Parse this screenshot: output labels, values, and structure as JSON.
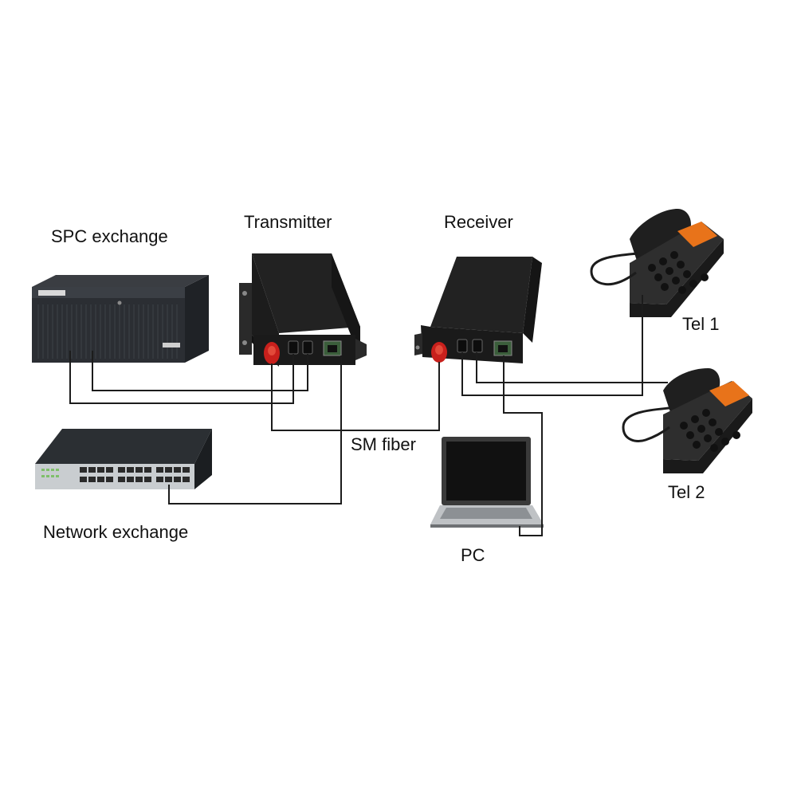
{
  "labels": {
    "spc_exchange": "SPC exchange",
    "transmitter": "Transmitter",
    "receiver": "Receiver",
    "tel1": "Tel 1",
    "tel2": "Tel 2",
    "sm_fiber": "SM fiber",
    "network_exchange": "Network exchange",
    "pc": "PC"
  },
  "colors": {
    "device_body": "#1a1a1a",
    "device_face": "#2a2a2a",
    "fiber_port": "#c8201c",
    "cable": "#1c1c1c",
    "phone_display": "#e8731a",
    "switch_body": "#2b2f33",
    "switch_face": "#cfd3d6"
  },
  "connections": [
    {
      "from": "spc-exchange",
      "to": "transmitter",
      "kind": "phone-line"
    },
    {
      "from": "spc-exchange",
      "to": "transmitter",
      "kind": "phone-line"
    },
    {
      "from": "transmitter",
      "to": "receiver",
      "kind": "fiber"
    },
    {
      "from": "network-exchange",
      "to": "transmitter",
      "kind": "ethernet"
    },
    {
      "from": "receiver",
      "to": "tel-1",
      "kind": "phone-line"
    },
    {
      "from": "receiver",
      "to": "tel-2",
      "kind": "phone-line"
    },
    {
      "from": "receiver",
      "to": "pc",
      "kind": "ethernet"
    }
  ]
}
